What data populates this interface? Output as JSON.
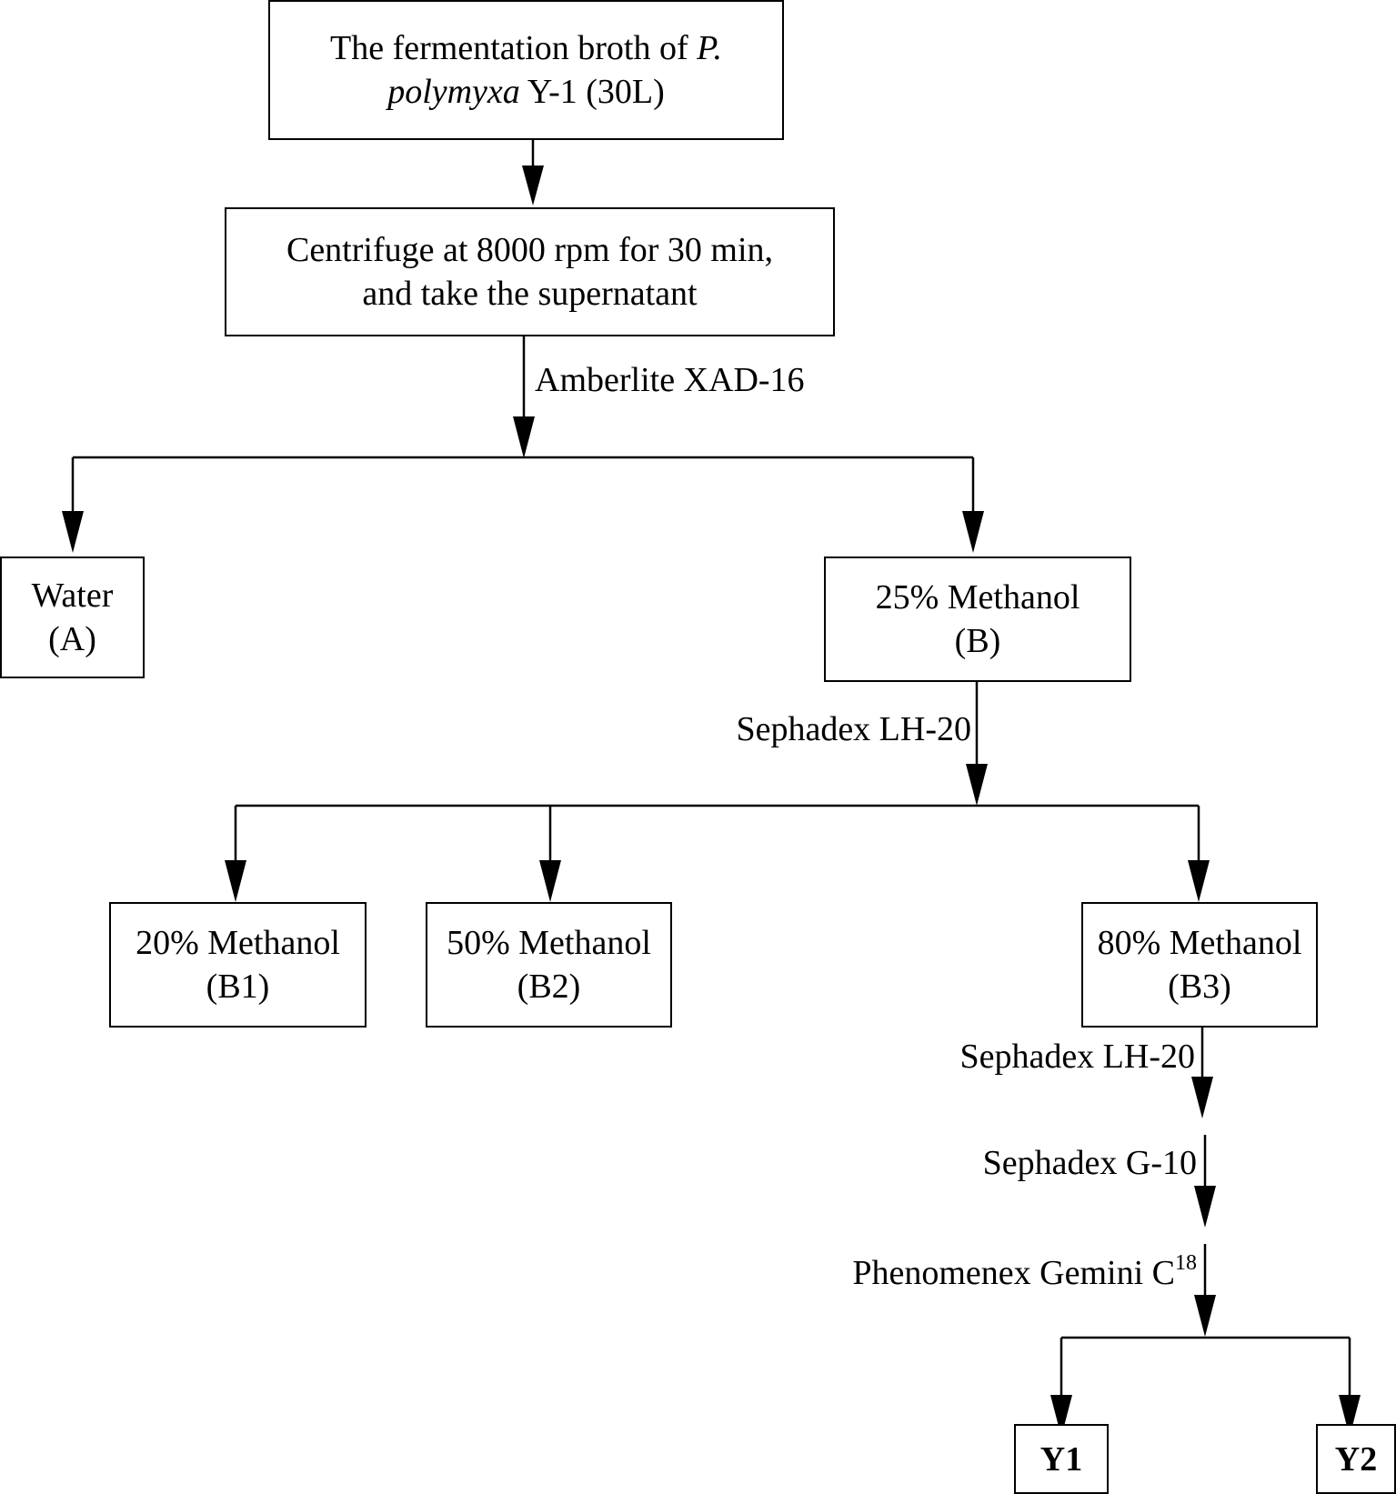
{
  "boxes": {
    "broth": {
      "line1_pre": "The fermentation broth of ",
      "line1_em": "P.",
      "line2_em": "polymyxa",
      "line2_post": " Y-1 (30L)"
    },
    "centrifuge": {
      "line1": "Centrifuge at 8000 rpm for 30 min,",
      "line2": "and take the supernatant"
    },
    "water": {
      "line1": "Water",
      "line2": "(A)"
    },
    "methanol25": {
      "line1": "25% Methanol",
      "line2": "(B)"
    },
    "methanol20": {
      "line1": "20% Methanol",
      "line2": "(B1)"
    },
    "methanol50": {
      "line1": "50% Methanol",
      "line2": "(B2)"
    },
    "methanol80": {
      "line1": "80% Methanol",
      "line2": "(B3)"
    },
    "y1": {
      "label": "Y1"
    },
    "y2": {
      "label": "Y2"
    }
  },
  "edge_labels": {
    "amberlite": "Amberlite XAD-16",
    "sephadex_lh20_first": "Sephadex LH-20",
    "sephadex_lh20_second": "Sephadex LH-20",
    "sephadex_g10": "Sephadex G-10",
    "phenomenex": "Phenomenex Gemini C",
    "phenomenex_sup": "18"
  }
}
